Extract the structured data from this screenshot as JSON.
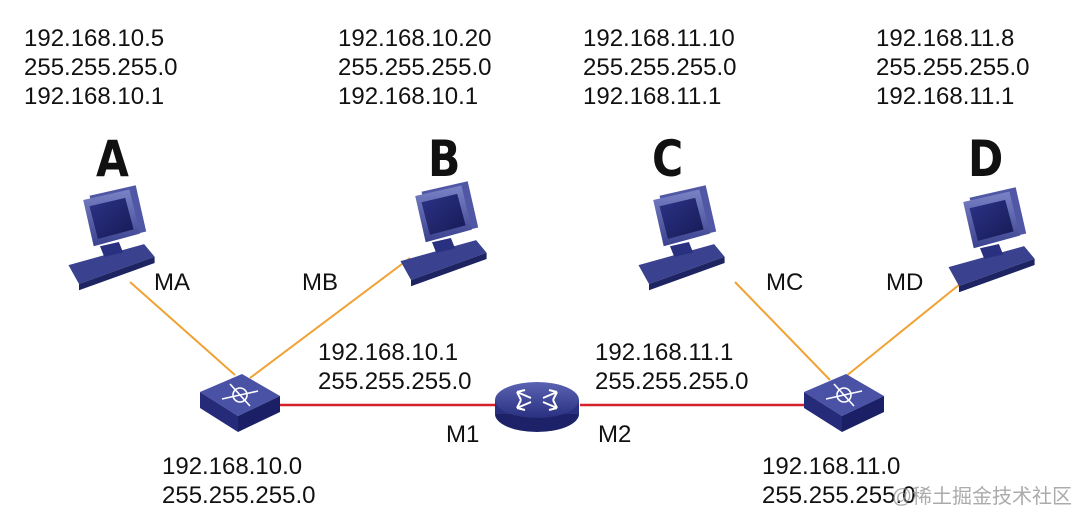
{
  "hosts": [
    {
      "letter": "A",
      "ip": "192.168.10.5",
      "mask": "255.255.255.0",
      "gateway": "192.168.10.1",
      "mac": "MA"
    },
    {
      "letter": "B",
      "ip": "192.168.10.20",
      "mask": "255.255.255.0",
      "gateway": "192.168.10.1",
      "mac": "MB"
    },
    {
      "letter": "C",
      "ip": "192.168.11.10",
      "mask": "255.255.255.0",
      "gateway": "192.168.11.1",
      "mac": "MC"
    },
    {
      "letter": "D",
      "ip": "192.168.11.8",
      "mask": "255.255.255.0",
      "gateway": "192.168.11.1",
      "mac": "MD"
    }
  ],
  "router": {
    "left": {
      "ip": "192.168.10.1",
      "mask": "255.255.255.0",
      "port": "M1"
    },
    "right": {
      "ip": "192.168.11.1",
      "mask": "255.255.255.0",
      "port": "M2"
    }
  },
  "switches": [
    {
      "network": "192.168.10.0",
      "mask": "255.255.255.0"
    },
    {
      "network": "192.168.11.0",
      "mask": "255.255.255.0"
    }
  ],
  "watermark": "@稀土掘金技术社区",
  "colors": {
    "lan_link": "#f0a232",
    "wan_link": "#d6202c",
    "device_blue": "#353b88"
  }
}
